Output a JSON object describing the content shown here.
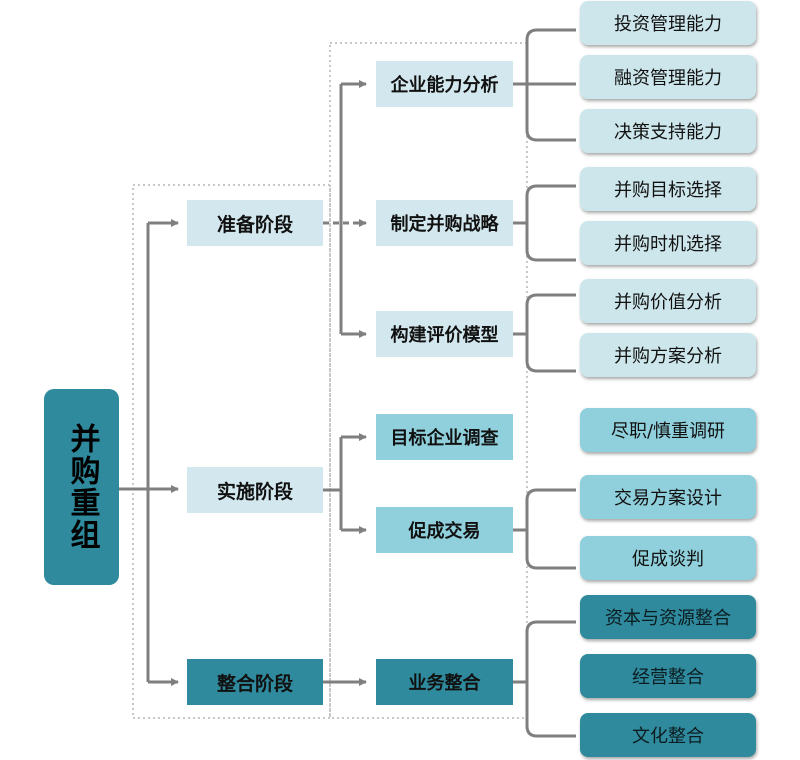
{
  "colors": {
    "root_fill": "#2e8a9c",
    "light_fill": "#d3e8ee",
    "cyan_fill": "#8fd0dc",
    "teal_fill": "#2e8a9c",
    "connector": "#7f7f7f",
    "dotted_frame": "#c8c8c8"
  },
  "root": {
    "label": "并购重组"
  },
  "stages": [
    {
      "label": "准备阶段",
      "children": [
        {
          "label": "企业能力分析",
          "leaves": [
            "投资管理能力",
            "融资管理能力",
            "决策支持能力"
          ]
        },
        {
          "label": "制定并购战略",
          "leaves": [
            "并购目标选择",
            "并购时机选择"
          ]
        },
        {
          "label": "构建评价模型",
          "leaves": [
            "并购价值分析",
            "并购方案分析"
          ]
        }
      ]
    },
    {
      "label": "实施阶段",
      "children": [
        {
          "label": "目标企业调查",
          "leaves": [
            "尽职/慎重调研"
          ]
        },
        {
          "label": "促成交易",
          "leaves": [
            "交易方案设计",
            "促成谈判"
          ]
        }
      ]
    },
    {
      "label": "整合阶段",
      "children": [
        {
          "label": "业务整合",
          "leaves": [
            "资本与资源整合",
            "经营整合",
            "文化整合"
          ]
        }
      ]
    }
  ]
}
